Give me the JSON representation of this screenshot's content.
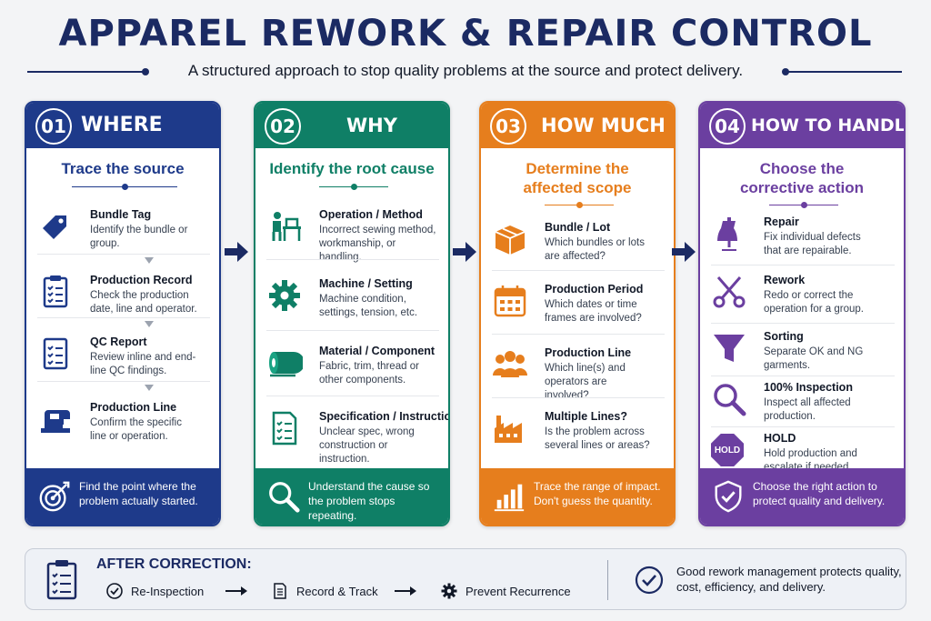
{
  "title": "APPAREL REWORK & REPAIR CONTROL",
  "subtitle": "A structured approach to stop quality problems at the source and protect delivery.",
  "colors": {
    "navy": "#1b2a63",
    "blue": "#1e3a8a",
    "green": "#0f7f66",
    "orange": "#e67e1d",
    "purple": "#6b3fa0"
  },
  "steps": [
    {
      "number": "01",
      "label": "WHERE",
      "subtitle": "Trace the source",
      "color": "#1e3a8a",
      "items": [
        {
          "icon": "tag-icon",
          "title": "Bundle Tag",
          "desc": "Identify the bundle or group."
        },
        {
          "icon": "clipboard-icon",
          "title": "Production Record",
          "desc": "Check the production date, line and operator."
        },
        {
          "icon": "checklist-icon",
          "title": "QC Report",
          "desc": "Review inline and end-line QC findings."
        },
        {
          "icon": "sewing-machine-icon",
          "title": "Production Line",
          "desc": "Confirm the specific line or operation."
        }
      ],
      "footer": {
        "icon": "target-icon",
        "text": "Find the point where the problem actually started."
      }
    },
    {
      "number": "02",
      "label": "WHY",
      "subtitle": "Identify the root cause",
      "color": "#0f7f66",
      "items": [
        {
          "icon": "operator-icon",
          "title": "Operation / Method",
          "desc": "Incorrect sewing method, workmanship, or handling."
        },
        {
          "icon": "gear-icon",
          "title": "Machine / Setting",
          "desc": "Machine condition, settings, tension, etc."
        },
        {
          "icon": "fabric-roll-icon",
          "title": "Material / Component",
          "desc": "Fabric, trim, thread or other components."
        },
        {
          "icon": "spec-sheet-icon",
          "title": "Specification / Instruction",
          "desc": "Unclear spec, wrong construction or instruction."
        }
      ],
      "footer": {
        "icon": "magnifier-icon",
        "text": "Understand the cause so the problem stops repeating."
      }
    },
    {
      "number": "03",
      "label": "HOW MUCH",
      "subtitle": "Determine the affected scope",
      "color": "#e67e1d",
      "items": [
        {
          "icon": "box-icon",
          "title": "Bundle / Lot",
          "desc": "Which bundles or lots are affected?"
        },
        {
          "icon": "calendar-icon",
          "title": "Production Period",
          "desc": "Which dates or time frames are involved?"
        },
        {
          "icon": "people-icon",
          "title": "Production Line",
          "desc": "Which line(s) and operators are involved?"
        },
        {
          "icon": "factory-icon",
          "title": "Multiple Lines?",
          "desc": "Is the problem across several lines or areas?"
        }
      ],
      "footer": {
        "icon": "bar-chart-icon",
        "text": "Trace the range of impact. Don't guess the quantity."
      }
    },
    {
      "number": "04",
      "label": "HOW TO HANDLE",
      "subtitle": "Choose the corrective action",
      "color": "#6b3fa0",
      "items": [
        {
          "icon": "dress-form-icon",
          "title": "Repair",
          "desc": "Fix individual defects that are repairable."
        },
        {
          "icon": "scissors-icon",
          "title": "Rework",
          "desc": "Redo or correct the operation for a group."
        },
        {
          "icon": "funnel-icon",
          "title": "Sorting",
          "desc": "Separate OK and NG garments."
        },
        {
          "icon": "magnifier-icon",
          "title": "100% Inspection",
          "desc": "Inspect all affected production."
        },
        {
          "icon": "hold-sign-icon",
          "title": "HOLD",
          "desc": "Hold production and escalate if needed.",
          "badge": "HOLD"
        }
      ],
      "footer": {
        "icon": "shield-check-icon",
        "text": "Choose the right action to protect quality and delivery."
      }
    }
  ],
  "after": {
    "heading": "AFTER CORRECTION:",
    "steps": [
      {
        "icon": "check-circle-icon",
        "label": "Re-Inspection"
      },
      {
        "icon": "document-icon",
        "label": "Record & Track"
      },
      {
        "icon": "gear-icon",
        "label": "Prevent Recurrence"
      }
    ],
    "message": "Good rework management protects quality, cost, efficiency, and delivery."
  }
}
